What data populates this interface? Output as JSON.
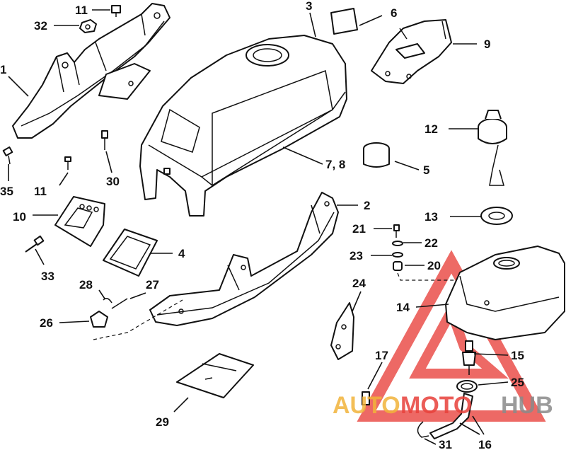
{
  "callouts": {
    "c1": "1",
    "c2": "2",
    "c3": "3",
    "c4": "4",
    "c5": "5",
    "c6": "6",
    "c78": "7, 8",
    "c9": "9",
    "c10": "10",
    "c11a": "11",
    "c11b": "11",
    "c12": "12",
    "c13": "13",
    "c14": "14",
    "c15": "15",
    "c16": "16",
    "c17": "17",
    "c20": "20",
    "c21": "21",
    "c22": "22",
    "c23": "23",
    "c24": "24",
    "c25": "25",
    "c26": "26",
    "c27": "27",
    "c28": "28",
    "c29": "29",
    "c30": "30",
    "c31": "31",
    "c32": "32",
    "c33": "33",
    "c35": "35"
  },
  "watermark": {
    "part_auto": "AUTO",
    "part_moto": "MOTO",
    "part_hub": "HUB",
    "color_auto": "#f2b33a",
    "color_moto": "#e8403a",
    "color_hub": "#8a8a8a",
    "triangle_color": "#e8403a"
  }
}
